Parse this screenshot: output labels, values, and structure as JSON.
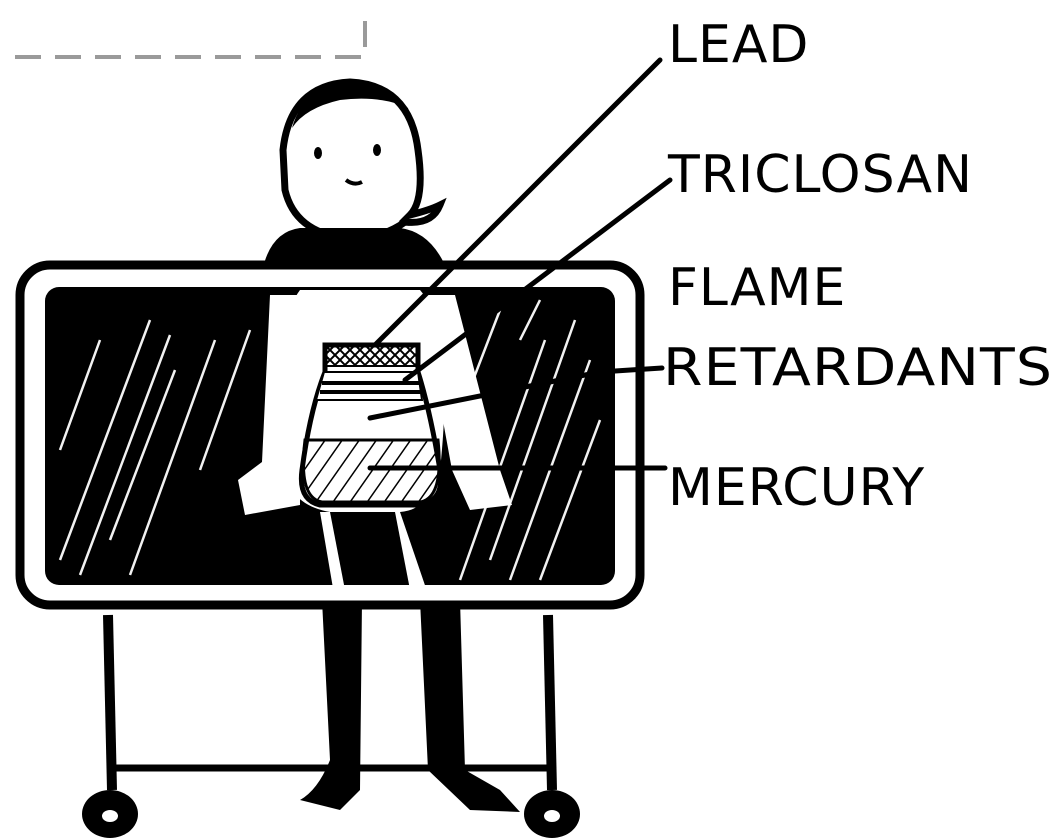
{
  "labels": {
    "lead": "LEAD",
    "triclosan": "TRICLOSAN",
    "flame_1": "FLAME",
    "flame_2": "RETARDANTS",
    "mercury": "MERCURY"
  },
  "colors": {
    "ink": "#000000",
    "paper": "#ffffff",
    "dashed_border": "#9a9a9a"
  }
}
